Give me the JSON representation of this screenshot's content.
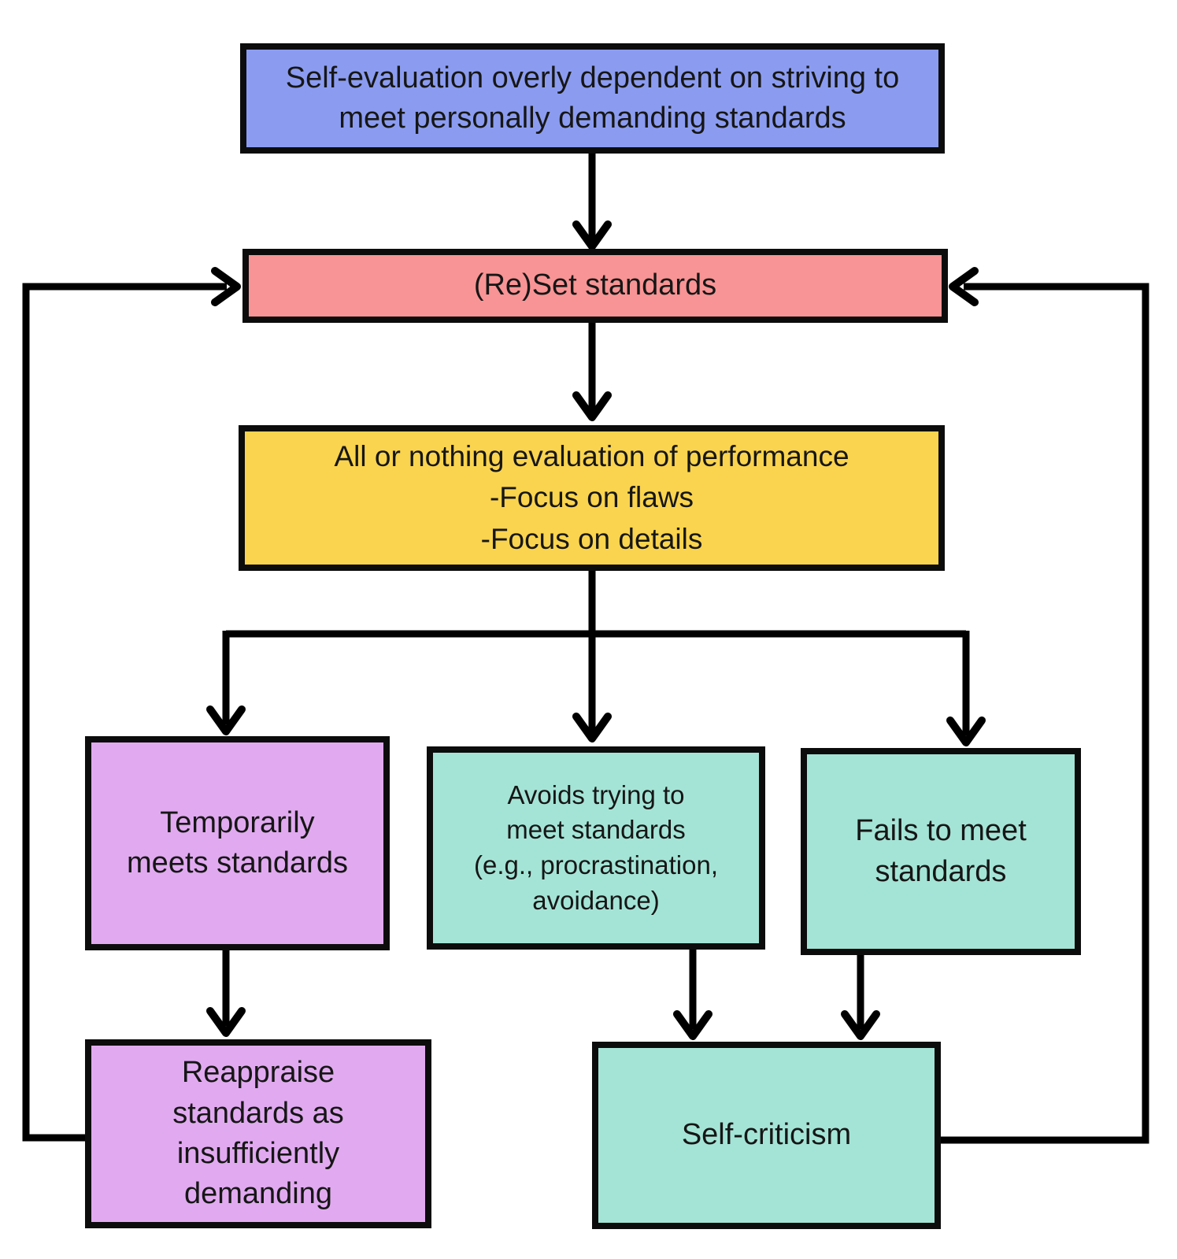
{
  "background_color": "#ffffff",
  "line_color": "#000000",
  "nodes": {
    "self_evaluation": {
      "label": "Self-evaluation overly dependent on striving to meet personally demanding standards",
      "fill": "#8b9cf0"
    },
    "reset_standards": {
      "label": "(Re)Set standards",
      "fill": "#f89495"
    },
    "all_or_nothing": {
      "label": "All or nothing evaluation of performance\n-Focus on flaws\n-Focus on details",
      "fill": "#fad44e"
    },
    "temporarily_meets": {
      "label": "Temporarily\nmeets standards",
      "fill": "#e1aaf0"
    },
    "avoids_trying": {
      "label": "Avoids trying to\nmeet standards\n(e.g., procrastination,\navoidance)",
      "fill": "#a4e4d6"
    },
    "fails_to_meet": {
      "label": "Fails to meet\nstandards",
      "fill": "#a4e4d6"
    },
    "reappraise": {
      "label": "Reappraise\nstandards as\ninsufficiently\ndemanding",
      "fill": "#e1aaf0"
    },
    "self_criticism": {
      "label": "Self-criticism",
      "fill": "#a4e4d6"
    }
  },
  "edges": [
    {
      "from": "self_evaluation",
      "to": "reset_standards"
    },
    {
      "from": "reset_standards",
      "to": "all_or_nothing"
    },
    {
      "from": "all_or_nothing",
      "to": "temporarily_meets"
    },
    {
      "from": "all_or_nothing",
      "to": "avoids_trying"
    },
    {
      "from": "all_or_nothing",
      "to": "fails_to_meet"
    },
    {
      "from": "temporarily_meets",
      "to": "reappraise"
    },
    {
      "from": "avoids_trying",
      "to": "self_criticism"
    },
    {
      "from": "fails_to_meet",
      "to": "self_criticism"
    },
    {
      "from": "reappraise",
      "to": "reset_standards"
    },
    {
      "from": "self_criticism",
      "to": "reset_standards"
    }
  ]
}
